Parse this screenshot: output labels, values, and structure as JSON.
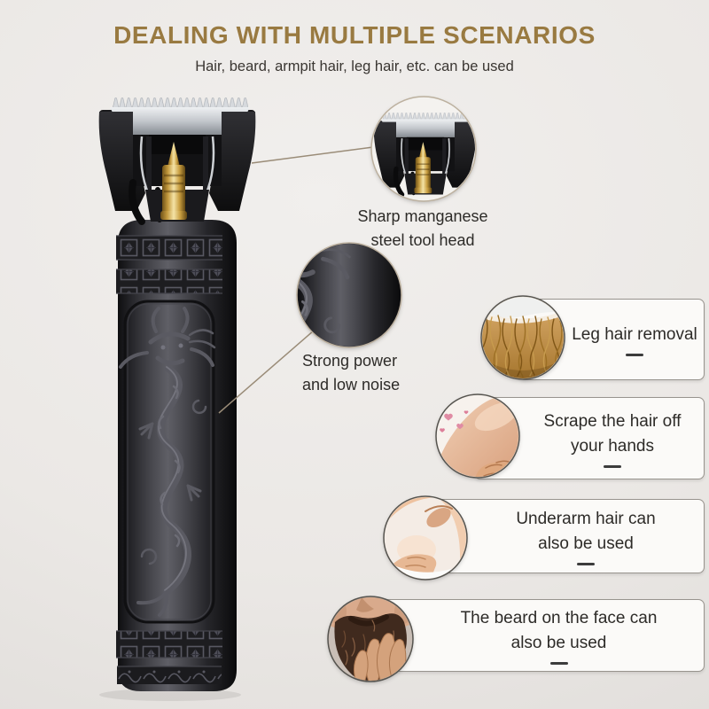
{
  "colors": {
    "title_gold": "#997a41",
    "body_text": "#2d2b28",
    "card_background": "#fbfaf8",
    "card_border": "#98948e",
    "page_background": "#ebe8e5",
    "trimmer_black": "#1a1a1c",
    "screw_gold": "#caa24b"
  },
  "header": {
    "title": "DEALING WITH MULTIPLE SCENARIOS",
    "subtitle": "Hair, beard, armpit hair, leg hair, etc. can be used"
  },
  "callouts": [
    {
      "target": "blade-head",
      "line1": "Sharp manganese",
      "line2": "steel tool head"
    },
    {
      "target": "engraved-body",
      "line1": "Strong power",
      "line2": "and low noise"
    }
  ],
  "features": [
    {
      "line1": "Leg hair removal",
      "image": "hairy-leg-photo"
    },
    {
      "line1": "Scrape the hair off",
      "line2": "your hands",
      "image": "arm-hand-photo"
    },
    {
      "line1": "Underarm hair can",
      "line2": "also be used",
      "image": "underarm-photo"
    },
    {
      "line1": "The beard on the face can",
      "line2": "also be used",
      "image": "beard-face-photo"
    }
  ],
  "product": {
    "image": "dragon-engraved-trimmer-photo"
  }
}
